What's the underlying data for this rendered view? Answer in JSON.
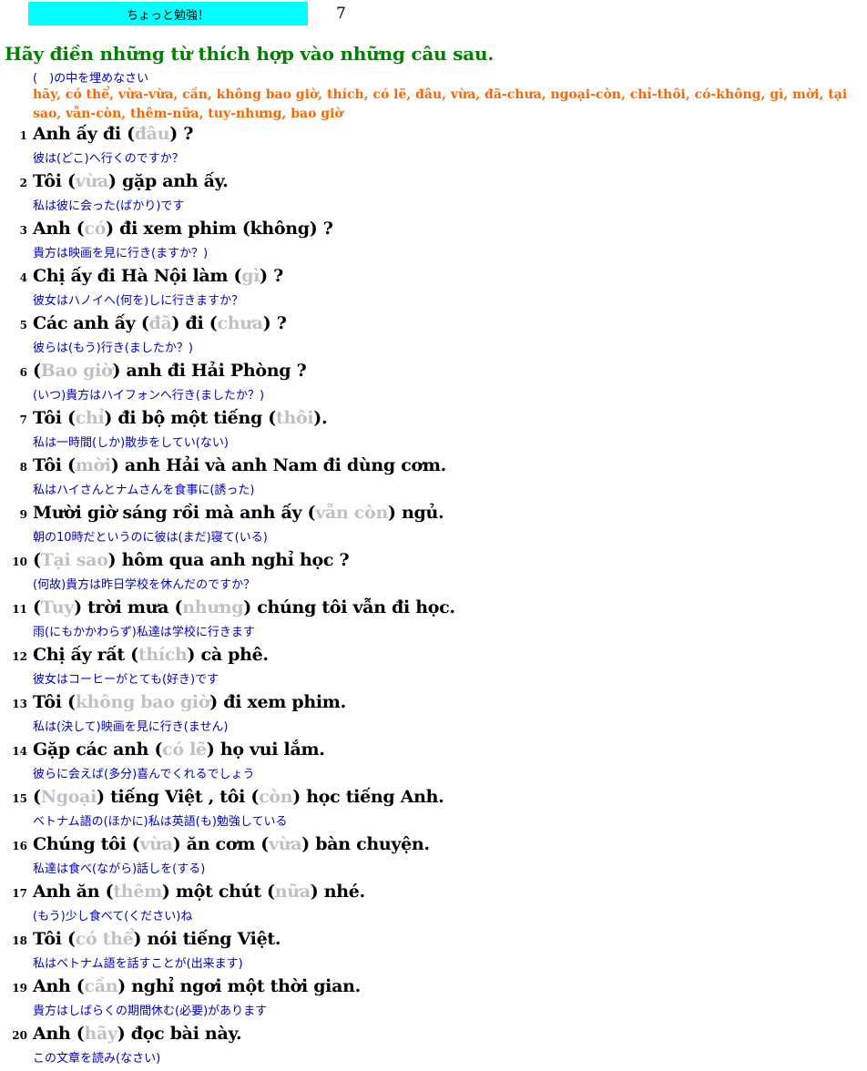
{
  "header": {
    "banner": "ちょっと勉強！",
    "page_number": "7"
  },
  "heading": "Hãy điền những từ thích hợp vào những câu sau.",
  "instruction": "(　)の中を埋めなさい",
  "word_bank": "hãy,  có thể,  vừa-vừa,  cần,  không bao giờ,  thích,  có lẽ,  đâu,  vừa, đã-chưa, ngoại-còn,  chỉ-thôi,  có-không,  gì,  mời,  tại sao,  vẫn-còn,  thêm-nữa, tuy-nhưng,  bao giờ",
  "questions": [
    {
      "num": "1",
      "parts": [
        {
          "t": "Anh ấy đi ("
        },
        {
          "a": "đâu"
        },
        {
          "t": ") ?"
        }
      ],
      "trans": "彼は(どこ)へ行くのですか？"
    },
    {
      "num": "2",
      "parts": [
        {
          "t": "Tôi ("
        },
        {
          "a": "vừa"
        },
        {
          "t": ") gặp anh ấy."
        }
      ],
      "trans": "私は彼に会った(ばかり)です"
    },
    {
      "num": "3",
      "parts": [
        {
          "t": "Anh ("
        },
        {
          "a": "có"
        },
        {
          "t": ") đi xem phim (không) ?"
        }
      ],
      "trans": "貴方は映画を見に行き(ますか？)"
    },
    {
      "num": "4",
      "parts": [
        {
          "t": "Chị ấy đi Hà Nội làm ("
        },
        {
          "a": "gì"
        },
        {
          "t": ") ?"
        }
      ],
      "trans": "彼女はハノイへ(何を)しに行きますか？"
    },
    {
      "num": "5",
      "parts": [
        {
          "t": "Các anh ấy ("
        },
        {
          "a": "đã"
        },
        {
          "t": ") đi ("
        },
        {
          "a": "chưa"
        },
        {
          "t": ") ?"
        }
      ],
      "trans": "彼らは(もう)行き(ましたか？)"
    },
    {
      "num": "6",
      "parts": [
        {
          "t": "("
        },
        {
          "a": "Bao giờ"
        },
        {
          "t": ") anh đi Hải Phòng ?"
        }
      ],
      "trans": "(いつ)貴方はハイフォンへ行き(ましたか？)"
    },
    {
      "num": "7",
      "parts": [
        {
          "t": "Tôi ("
        },
        {
          "a": "chỉ"
        },
        {
          "t": ") đi bộ một tiếng ("
        },
        {
          "a": "thôi"
        },
        {
          "t": ")."
        }
      ],
      "trans": "私は一時間(しか)散歩をしてい(ない)"
    },
    {
      "num": "8",
      "parts": [
        {
          "t": "Tôi ("
        },
        {
          "a": "mời"
        },
        {
          "t": ") anh Hải và anh Nam đi dùng cơm."
        }
      ],
      "trans": "私はハイさんとナムさんを食事に(誘った)"
    },
    {
      "num": "9",
      "parts": [
        {
          "t": "Mười giờ sáng rồi mà anh ấy ("
        },
        {
          "a": "vẫn còn"
        },
        {
          "t": ") ngủ."
        }
      ],
      "trans": "朝の10時だというのに彼は(まだ)寝て(いる)"
    },
    {
      "num": "10",
      "parts": [
        {
          "t": "("
        },
        {
          "a": "Tại sao"
        },
        {
          "t": ") hôm qua anh nghỉ học ?"
        }
      ],
      "trans": "(何故)貴方は昨日学校を休んだのですか？"
    },
    {
      "num": "11",
      "parts": [
        {
          "t": "("
        },
        {
          "a": "Tuy"
        },
        {
          "t": ") trời mưa ("
        },
        {
          "a": "nhưng"
        },
        {
          "t": ") chúng tôi vẫn đi học."
        }
      ],
      "trans": "雨(にもかかわらず)私達は学校に行きます"
    },
    {
      "num": "12",
      "parts": [
        {
          "t": "Chị ấy rất ("
        },
        {
          "a": "thích"
        },
        {
          "t": ") cà phê."
        }
      ],
      "trans": "彼女はコーヒーがとても(好き)です"
    },
    {
      "num": "13",
      "parts": [
        {
          "t": "Tôi ("
        },
        {
          "a": "không bao giờ"
        },
        {
          "t": ") đi xem phim."
        }
      ],
      "trans": "私は(決して)映画を見に行き(ません)"
    },
    {
      "num": "14",
      "parts": [
        {
          "t": "Gặp các anh ("
        },
        {
          "a": "có lẽ"
        },
        {
          "t": ") họ vui lắm."
        }
      ],
      "trans": "彼らに会えば(多分)喜んでくれるでしょう"
    },
    {
      "num": "15",
      "parts": [
        {
          "t": "("
        },
        {
          "a": "Ngoại"
        },
        {
          "t": ") tiếng Việt , tôi ("
        },
        {
          "a": "còn"
        },
        {
          "t": ") học tiếng Anh."
        }
      ],
      "trans": "ベトナム語の(ほかに)私は英語(も)勉強している"
    },
    {
      "num": "16",
      "parts": [
        {
          "t": "Chúng tôi ("
        },
        {
          "a": "vừa"
        },
        {
          "t": ") ăn cơm ("
        },
        {
          "a": "vừa"
        },
        {
          "t": ") bàn chuyện."
        }
      ],
      "trans": "私達は食べ(ながら)話しを(する)"
    },
    {
      "num": "17",
      "parts": [
        {
          "t": "Anh ăn ("
        },
        {
          "a": "thêm"
        },
        {
          "t": ") một chút ("
        },
        {
          "a": "nữa"
        },
        {
          "t": ") nhé."
        }
      ],
      "trans": "(もう)少し食べて(ください)ね"
    },
    {
      "num": "18",
      "parts": [
        {
          "t": "Tôi ("
        },
        {
          "a": "có thể"
        },
        {
          "t": ") nói tiếng Việt."
        }
      ],
      "trans": "私はベトナム語を話すことが(出来ます)"
    },
    {
      "num": "19",
      "parts": [
        {
          "t": "Anh ("
        },
        {
          "a": "cần"
        },
        {
          "t": ") nghỉ ngơi một thời gian."
        }
      ],
      "trans": "貴方はしばらくの期間休む(必要)があります"
    },
    {
      "num": "20",
      "parts": [
        {
          "t": "Anh ("
        },
        {
          "a": "hãy"
        },
        {
          "t": ") đọc bài này."
        }
      ],
      "trans": "この文章を読み(なさい)"
    }
  ]
}
